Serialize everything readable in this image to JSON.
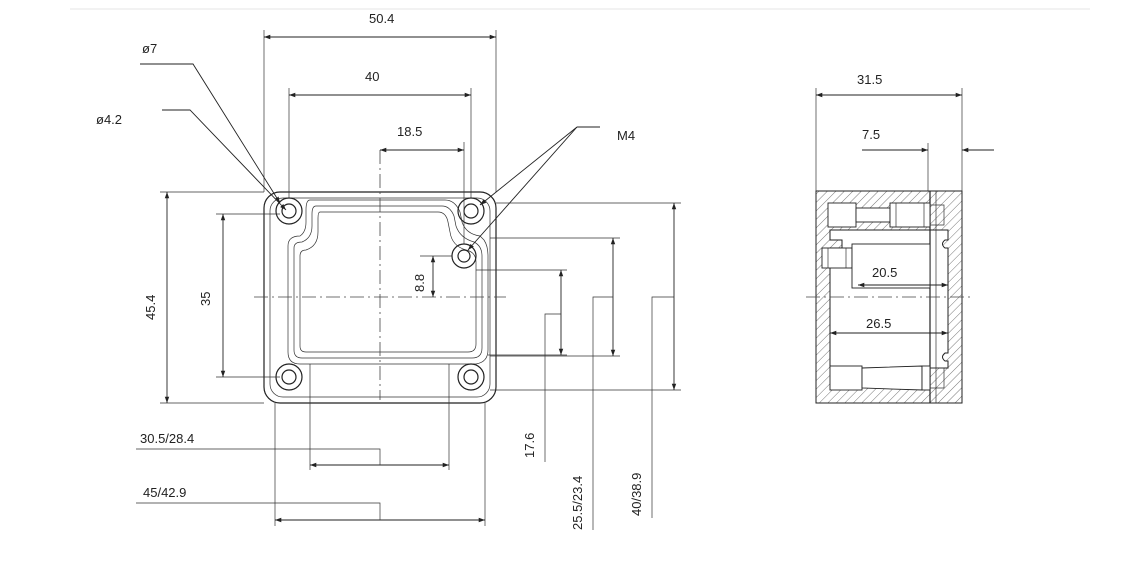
{
  "dimensions": {
    "front": {
      "overall_width": "50.4",
      "hole_spacing_x": "40",
      "m4_offset_x": "18.5",
      "m4_offset_y": "8.8",
      "hole_spacing_y": "35",
      "overall_height": "45.4",
      "small_hole": "ø4.2",
      "large_hole": "ø7",
      "thread": "M4",
      "inner_bottom_width": "30.5/28.4",
      "outer_bottom_width": "45/42.9",
      "side_a": "17.6",
      "side_b": "25.5/23.4",
      "side_c": "40/38.9"
    },
    "side": {
      "overall_depth": "31.5",
      "lid_depth": "7.5",
      "inner_upper": "20.5",
      "inner_lower": "26.5"
    }
  },
  "colors": {
    "line": "#222222",
    "hatch": "#555555",
    "rule": "#e6e6e6"
  }
}
